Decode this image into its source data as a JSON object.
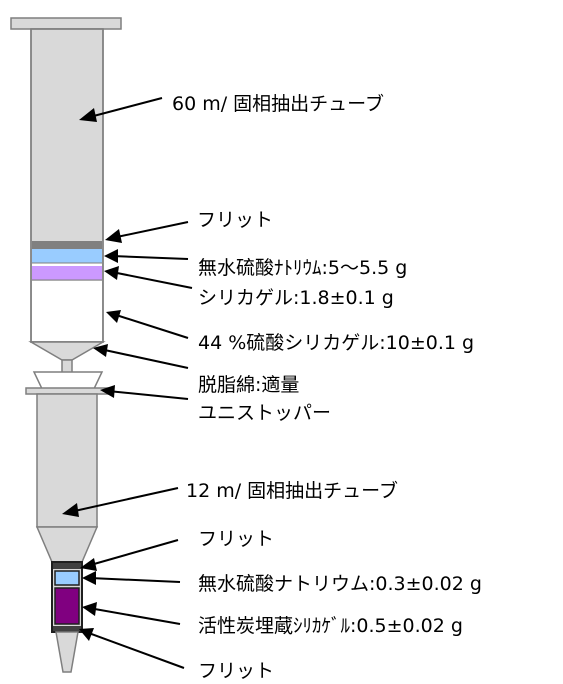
{
  "labels": {
    "tube60": "60 m/ 固相抽出チューブ",
    "frit_upper": "フリット",
    "sodium_sulfate_upper": "無水硫酸ﾅﾄﾘｳﾑ:5〜5.5 g",
    "silica_gel": "シリカゲル:1.8±0.1 g",
    "acid_silica": "44 %硫酸シリカゲル:10±0.1 g",
    "cotton": "脱脂綿:適量",
    "unistopper": "ユニストッパー",
    "tube12": "12 m/ 固相抽出チューブ",
    "frit_middle": "フリット",
    "sodium_sulfate_lower": "無水硫酸ナトリウム:0.3±0.02 g",
    "carbon_silica": "活性炭埋蔵ｼﾘｶｹﾞﾙ:0.5±0.02 g",
    "frit_bottom": "フリット"
  },
  "colors": {
    "tube_fill": "#d9d9d9",
    "outline": "#7f7f7f",
    "frit": "#808080",
    "sodium_sulfate": "#99ccff",
    "silica_gel": "#cc99ff",
    "acid_silica": "#ffffff",
    "carbon_silica": "#800080",
    "arrow": "#000000"
  }
}
